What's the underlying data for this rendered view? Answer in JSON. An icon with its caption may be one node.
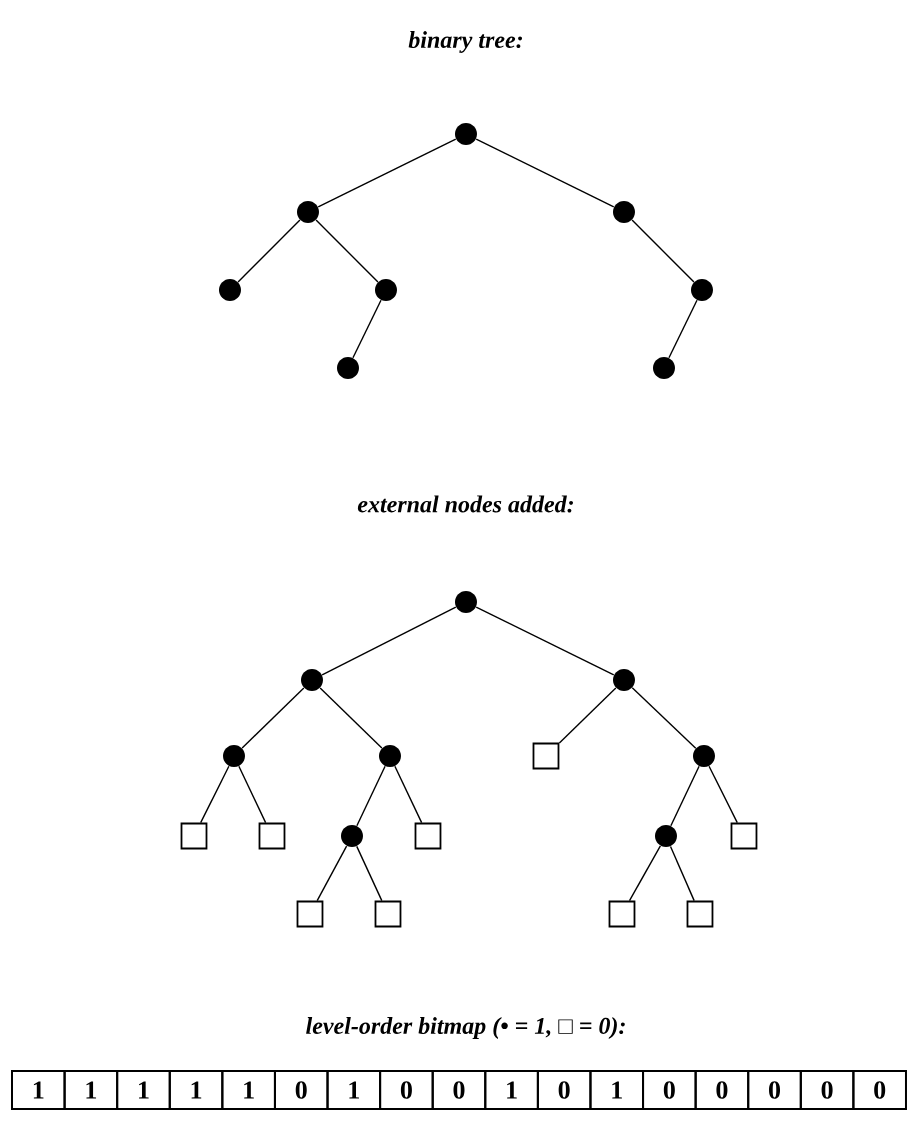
{
  "diagram": {
    "nodes": [
      {
        "text": [],
        "shape": "circle"
      },
      {
        "text": [],
        "shape": "circle"
      },
      {
        "text": [],
        "shape": "circle"
      },
      {
        "text": [],
        "shape": "circle"
      },
      {
        "text": [],
        "shape": "circle"
      },
      {
        "text": [],
        "shape": "circle"
      },
      {
        "text": [],
        "shape": "circle"
      },
      {
        "text": [],
        "shape": "circle"
      },
      {
        "text": [],
        "shape": "circle"
      },
      {
        "text": [],
        "shape": "circle"
      },
      {
        "text": [],
        "shape": "circle"
      },
      {
        "text": [],
        "shape": "circle"
      },
      {
        "text": [],
        "shape": "circle"
      },
      {
        "text": [],
        "shape": "box"
      },
      {
        "text": [],
        "shape": "circle"
      },
      {
        "text": [],
        "shape": "box"
      },
      {
        "text": [],
        "shape": "box"
      },
      {
        "text": [],
        "shape": "circle"
      },
      {
        "text": [],
        "shape": "box"
      },
      {
        "text": [],
        "shape": "circle"
      },
      {
        "text": [],
        "shape": "box"
      },
      {
        "text": [],
        "shape": "box"
      },
      {
        "text": [],
        "shape": "box"
      },
      {
        "text": [],
        "shape": "box"
      },
      {
        "text": [],
        "shape": "box"
      }
    ],
    "edges": [
      {
        "from": 0,
        "to": 1,
        "arrow": "none"
      },
      {
        "from": 0,
        "to": 2,
        "arrow": "none"
      },
      {
        "from": 1,
        "to": 3,
        "arrow": "none"
      },
      {
        "from": 1,
        "to": 4,
        "arrow": "none"
      },
      {
        "from": 2,
        "to": 5,
        "arrow": "none"
      },
      {
        "from": 4,
        "to": 6,
        "arrow": "none"
      },
      {
        "from": 5,
        "to": 7,
        "arrow": "none"
      },
      {
        "from": 8,
        "to": 9,
        "arrow": "none"
      },
      {
        "from": 8,
        "to": 10,
        "arrow": "none"
      },
      {
        "from": 9,
        "to": 11,
        "arrow": "none"
      },
      {
        "from": 9,
        "to": 12,
        "arrow": "none"
      },
      {
        "from": 10,
        "to": 13,
        "arrow": "none"
      },
      {
        "from": 10,
        "to": 14,
        "arrow": "none"
      },
      {
        "from": 11,
        "to": 15,
        "arrow": "none"
      },
      {
        "from": 11,
        "to": 16,
        "arrow": "none"
      },
      {
        "from": 12,
        "to": 17,
        "arrow": "none"
      },
      {
        "from": 12,
        "to": 18,
        "arrow": "none"
      },
      {
        "from": 14,
        "to": 19,
        "arrow": "none"
      },
      {
        "from": 14,
        "to": 20,
        "arrow": "none"
      },
      {
        "from": 17,
        "to": 21,
        "arrow": "none"
      },
      {
        "from": 17,
        "to": 22,
        "arrow": "none"
      },
      {
        "from": 19,
        "to": 23,
        "arrow": "none"
      },
      {
        "from": 19,
        "to": 24,
        "arrow": "none"
      }
    ],
    "labels": [
      "binary tree:",
      "external nodes added:",
      "level-order bitmap (• = **1**, □ = **0**):",
      "1",
      "1",
      "1",
      "1",
      "1",
      "0",
      "1",
      "0",
      "0",
      "1",
      "0",
      "1",
      "0",
      "0",
      "0",
      "0",
      "0"
    ]
  }
}
